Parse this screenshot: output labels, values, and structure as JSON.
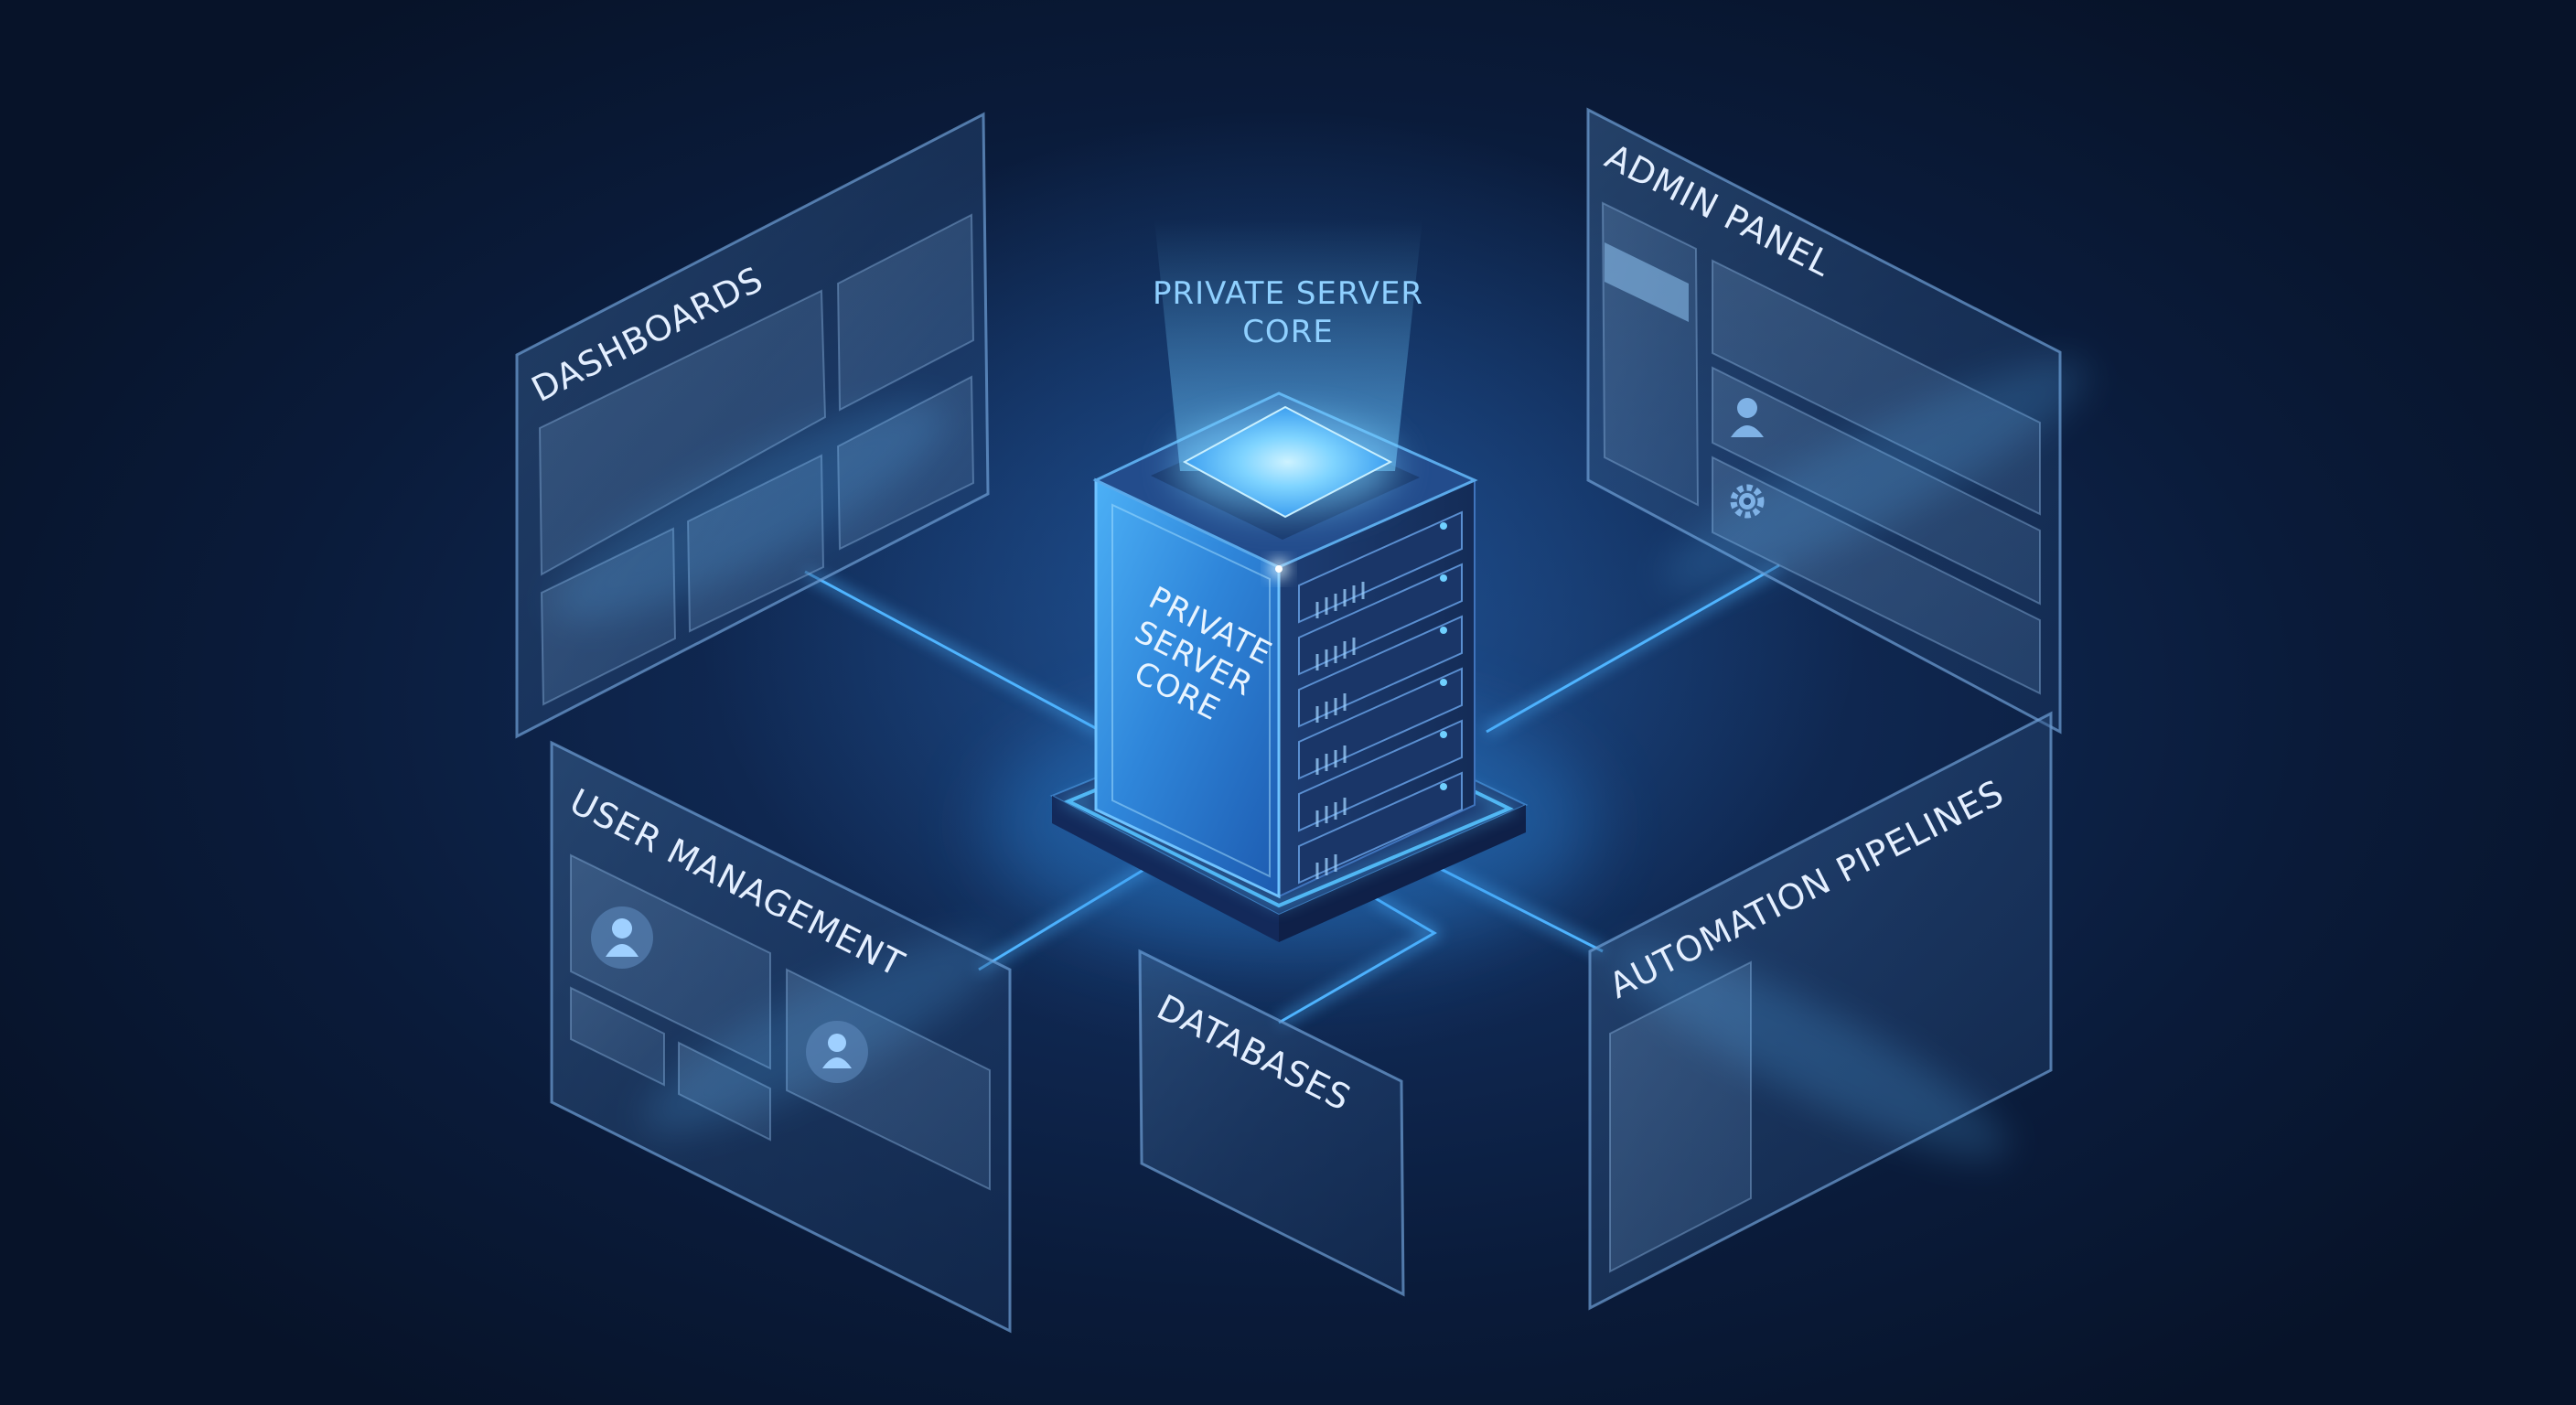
{
  "diagram": {
    "core": {
      "floating_label_line1": "PRIVATE SERVER",
      "floating_label_line2": "CORE",
      "face_label_line1": "PRIVATE",
      "face_label_line2": "SERVER",
      "face_label_line3": "CORE"
    },
    "panels": {
      "dashboards": "DASHBOARDS",
      "admin_panel": "ADMIN PANEL",
      "user_management": "USER MANAGEMENT",
      "databases": "DATABASES",
      "automation_pipelines": "AUTOMATION PIPELINES"
    },
    "icons": {
      "admin_user": "user-icon",
      "admin_settings": "gear-icon",
      "user_avatar_1": "user-avatar-icon",
      "user_avatar_2": "user-group-icon"
    },
    "colors": {
      "background": "#0a1b3a",
      "connector": "#4fb4ff",
      "panel_fill": "#2c4f7e",
      "panel_border": "#6f9fd6",
      "core_glow": "#7ad2ff"
    }
  }
}
